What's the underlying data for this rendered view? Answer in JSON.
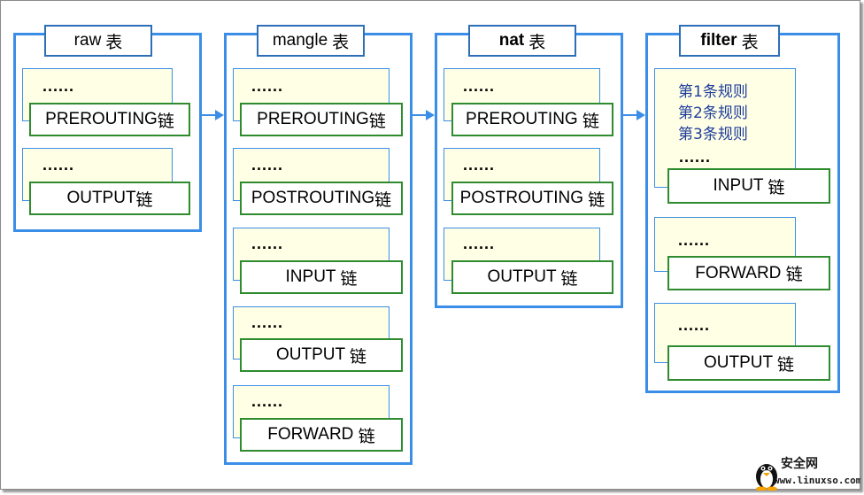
{
  "tables": [
    {
      "id": "raw",
      "title": "raw",
      "title_suffix": "表",
      "chains": [
        {
          "dots": "......",
          "name": "PREROUTING",
          "suffix": "链"
        },
        {
          "dots": "......",
          "name": "OUTPUT",
          "suffix": "链"
        }
      ]
    },
    {
      "id": "mangle",
      "title": "mangle",
      "title_suffix": "表",
      "chains": [
        {
          "dots": "......",
          "name": "PREROUTING",
          "suffix": "链"
        },
        {
          "dots": "......",
          "name": "POSTROUTING",
          "suffix": "链"
        },
        {
          "dots": "......",
          "name": "INPUT ",
          "suffix": "链"
        },
        {
          "dots": "......",
          "name": "OUTPUT ",
          "suffix": "链"
        },
        {
          "dots": "......",
          "name": "FORWARD ",
          "suffix": "链"
        }
      ]
    },
    {
      "id": "nat",
      "title": "nat",
      "title_suffix": "表",
      "chains": [
        {
          "dots": "......",
          "name": "PREROUTING ",
          "suffix": "链"
        },
        {
          "dots": "......",
          "name": "POSTROUTING ",
          "suffix": "链"
        },
        {
          "dots": "......",
          "name": "OUTPUT ",
          "suffix": "链"
        }
      ]
    },
    {
      "id": "filter",
      "title": "filter",
      "title_suffix": "表",
      "rules": [
        "第1条规则",
        "第2条规则",
        "第3条规则"
      ],
      "chains": [
        {
          "dots": "......",
          "name": "INPUT ",
          "suffix": "链"
        },
        {
          "dots": "......",
          "name": "FORWARD ",
          "suffix": "链"
        },
        {
          "dots": "......",
          "name": "OUTPUT ",
          "suffix": "链"
        }
      ]
    }
  ],
  "watermark": {
    "site_name": "安全网",
    "site_url": "www.linuxso.com"
  },
  "colors": {
    "table_border": "#3b8ee8",
    "chain_border": "#2e8b2e",
    "note_fill": "#ffffe6",
    "rule_text": "#1e3d9c"
  }
}
